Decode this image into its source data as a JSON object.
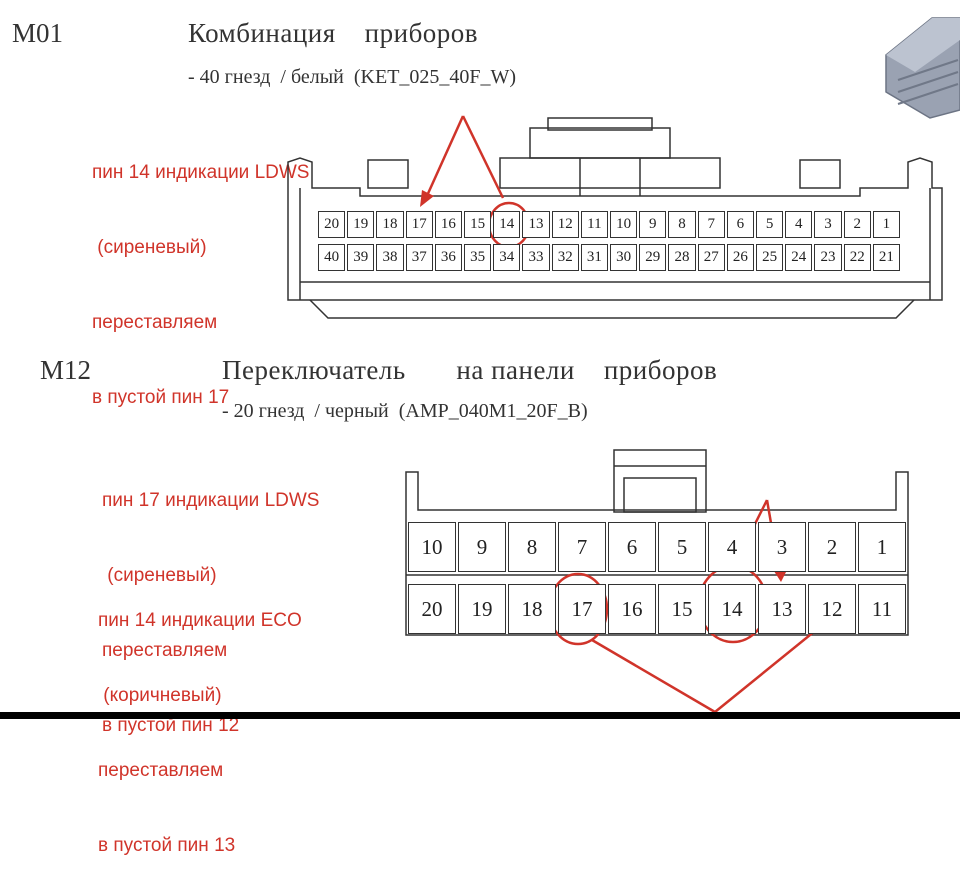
{
  "m01": {
    "code": "M01",
    "title": "Комбинация    приборов",
    "subtitle": "- 40 гнезд  / белый  (KET_025_40F_W)",
    "note": [
      "пин 14 индикации LDWS",
      " (сиреневый)",
      "переставляем",
      "в пустой пин 17"
    ],
    "row_top": [
      "20",
      "19",
      "18",
      "17",
      "16",
      "15",
      "14",
      "13",
      "12",
      "11",
      "10",
      "9",
      "8",
      "7",
      "6",
      "5",
      "4",
      "3",
      "2",
      "1"
    ],
    "row_bottom": [
      "40",
      "39",
      "38",
      "37",
      "36",
      "35",
      "34",
      "33",
      "32",
      "31",
      "30",
      "29",
      "28",
      "27",
      "26",
      "25",
      "24",
      "23",
      "22",
      "21"
    ]
  },
  "m12": {
    "code": "M12",
    "title": "Переключатель       на панели    приборов",
    "subtitle": "- 20 гнезд  / черный  (AMP_040M1_20F_B)",
    "note1": [
      "пин 17 индикации LDWS",
      " (сиреневый)",
      "переставляем",
      "в пустой пин 12"
    ],
    "note2": [
      "пин 14 индикации ECO",
      " (коричневый)",
      "переставляем",
      "в пустой пин 13"
    ],
    "row_top": [
      "10",
      "9",
      "8",
      "7",
      "6",
      "5",
      "4",
      "3",
      "2",
      "1"
    ],
    "row_bottom": [
      "20",
      "19",
      "18",
      "17",
      "16",
      "15",
      "14",
      "13",
      "12",
      "11"
    ]
  },
  "colors": {
    "annotation": "#d0342a",
    "outline": "#333333"
  }
}
